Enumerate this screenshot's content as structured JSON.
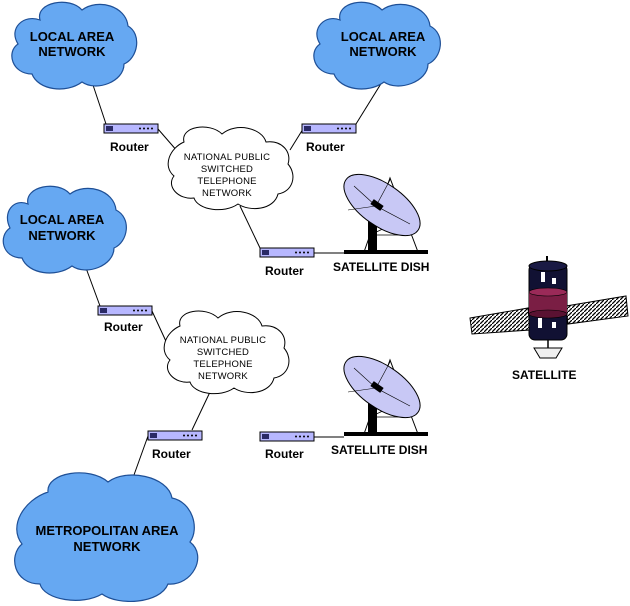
{
  "lan_top_left": {
    "line1": "LOCAL AREA",
    "line2": "NETWORK"
  },
  "lan_top_right": {
    "line1": "LOCAL AREA",
    "line2": "NETWORK"
  },
  "lan_middle_left": {
    "line1": "LOCAL AREA",
    "line2": "NETWORK"
  },
  "man_bottom": {
    "line1": "METROPOLITAN AREA",
    "line2": "NETWORK"
  },
  "pstn_top": {
    "line1": "NATIONAL PUBLIC",
    "line2": "SWITCHED",
    "line3": "TELEPHONE",
    "line4": "NETWORK"
  },
  "pstn_bottom": {
    "line1": "NATIONAL PUBLIC",
    "line2": "SWITCHED",
    "line3": "TELEPHONE",
    "line4": "NETWORK"
  },
  "routers": {
    "top_left": "Router",
    "top_right": "Router",
    "top_dish": "Router",
    "middle_left": "Router",
    "bottom_left": "Router",
    "bottom_dish": "Router"
  },
  "dish_top": "SATELLITE DISH",
  "dish_bottom": "SATELLITE DISH",
  "satellite": "SATELLITE",
  "colors": {
    "lan_cloud": "#66a8f2",
    "router_body": "#b7b7ff",
    "dish": "#c8c8f5",
    "satellite_body": "#111133",
    "satellite_band": "#7a1e44"
  }
}
